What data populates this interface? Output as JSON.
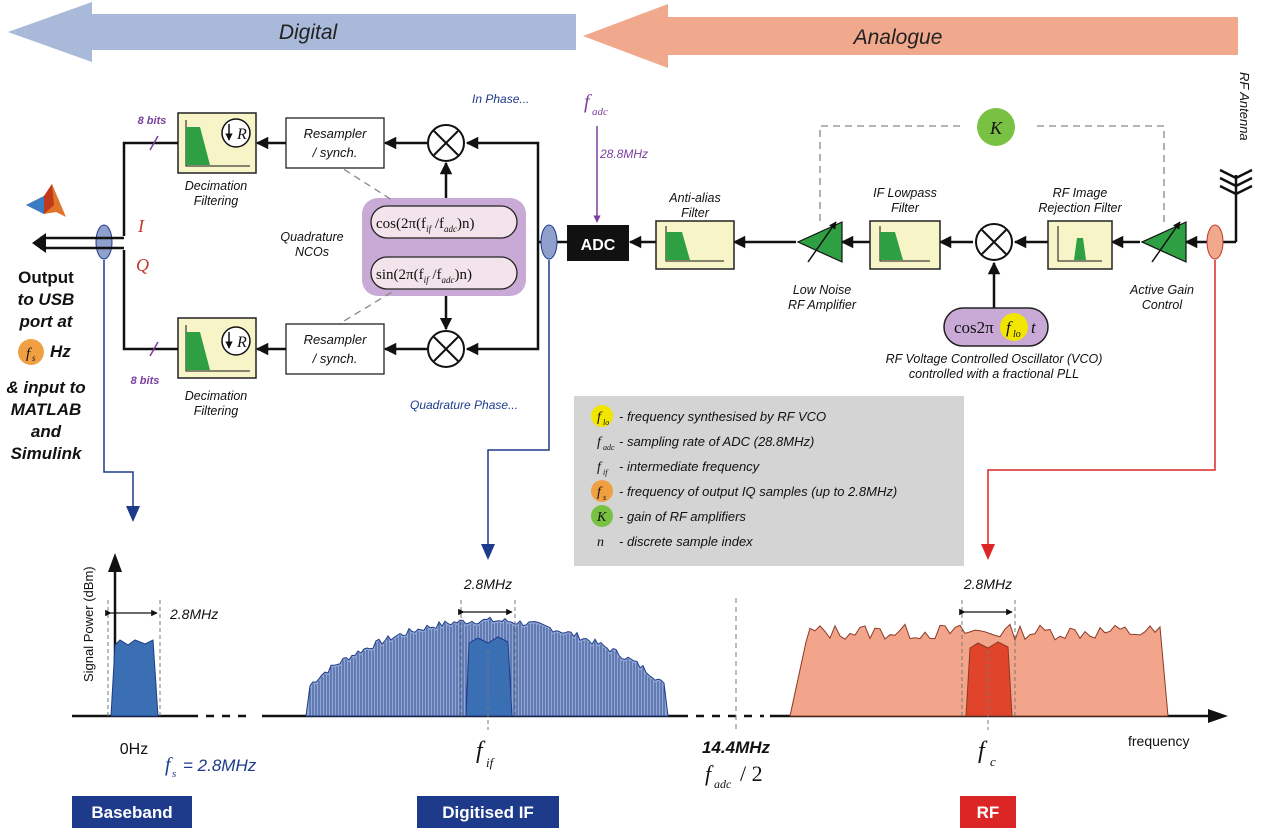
{
  "header": {
    "digital": "Digital",
    "analogue": "Analogue"
  },
  "labels": {
    "rf_antenna": "RF Antenna",
    "k_symbol": "K",
    "f_adc_symbol": "f",
    "f_adc_sub": "adc",
    "f_adc_rate": "28.8MHz",
    "in_phase": "In Phase...",
    "quadrature_phase": "Quadrature Phase...",
    "adc": "ADC",
    "anti_alias_1": "Anti-alias",
    "anti_alias_2": "Filter",
    "if_lowpass_1": "IF Lowpass",
    "if_lowpass_2": "Filter",
    "rf_image_1": "RF Image",
    "rf_image_2": "Rejection Filter",
    "lna_1": "Low Noise",
    "lna_2": "RF Amplifier",
    "agc_1": "Active Gain",
    "agc_2": "Control",
    "vco_expr_pre": "cos2π",
    "vco_f": "f",
    "vco_sub": "lo",
    "vco_t": "t",
    "vco_1": "RF Voltage Controlled Oscillator (VCO)",
    "vco_2": "controlled with a fractional PLL",
    "resampler_1": "Resampler",
    "resampler_2": "/ synch.",
    "decimation_1": "Decimation",
    "decimation_2": "Filtering",
    "decim_r": "R",
    "bits": "8 bits",
    "nco_cos": "cos(2π(f",
    "nco_sin": "sin(2π(f",
    "nco_if": "if",
    "nco_mid": " /f",
    "nco_adc": "adc",
    "nco_end": ")n)",
    "quadrature_1": "Quadrature",
    "quadrature_2": "NCOs",
    "i": "I",
    "q": "Q",
    "output_1": "Output",
    "output_2": "to USB",
    "output_3": "port at",
    "output_hz": "Hz",
    "output_5": "& input to",
    "output_6": "MATLAB",
    "output_7": "and",
    "output_8": "Simulink",
    "fs_symbol": "f",
    "fs_sub": "s"
  },
  "legend": {
    "items": [
      {
        "sym": "f",
        "sub": "lo",
        "text": "- frequency synthesised by RF VCO",
        "badge": "#f2e600"
      },
      {
        "sym": "f",
        "sub": "adc",
        "text": "- sampling rate of ADC (28.8MHz)",
        "badge": ""
      },
      {
        "sym": "f",
        "sub": "if",
        "text": "- intermediate frequency",
        "badge": ""
      },
      {
        "sym": "f",
        "sub": "s",
        "text": "- frequency of output IQ samples (up to 2.8MHz)",
        "badge": "#f0a043"
      },
      {
        "sym": "K",
        "sub": "",
        "text": "- gain of RF amplifiers",
        "badge": "#79c142"
      },
      {
        "sym": "n",
        "sub": "",
        "text": "- discrete sample index",
        "badge": ""
      }
    ]
  },
  "spectrum": {
    "y_axis": "Signal Power (dBm)",
    "x_axis": "frequency",
    "bw_baseband": "2.8MHz",
    "bw_if": "2.8MHz",
    "bw_rf": "2.8MHz",
    "zero": "0Hz",
    "fs_eq": "= 2.8MHz",
    "fs_symbol": "f",
    "fs_sub": "s",
    "fif_symbol": "f",
    "fif_sub": "if",
    "half_rate": "14.4MHz",
    "fadc_symbol": "f",
    "fadc_sub": "adc",
    "fadc_div": "/ 2",
    "fc_symbol": "f",
    "fc_sub": "c"
  },
  "sections": {
    "baseband": "Baseband",
    "digitised_if": "Digitised IF",
    "rf": "RF"
  },
  "colors": {
    "digital_arrow": "#a9b9d9",
    "analogue_arrow": "#f1a98d",
    "navy": "#1e3a8a",
    "red": "#dc2626",
    "if_band_light": "#8fa7d1",
    "if_band_dark": "#3a6fb4",
    "rf_band_light": "#f2a58b",
    "rf_band_dark": "#e0442b",
    "legend_bg": "#d4d4d4",
    "nco_bg": "#c9a9d6",
    "filter_bg": "#f7f5c8",
    "amp_green": "#2ea043"
  }
}
